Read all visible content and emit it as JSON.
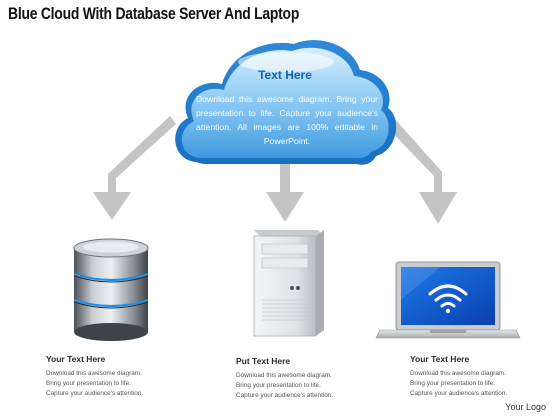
{
  "title": "Blue Cloud With Database Server And Laptop",
  "cloud": {
    "heading": "Text Here",
    "body": "Download this awesome diagram. Bring your presentation to life. Capture your audience's attention. All images are 100% editable in PowerPoint."
  },
  "captions": [
    {
      "heading": "Your Text Here",
      "body": "Download this awesome diagram.\nBring your presentation  to life.\nCapture your audience's  attention."
    },
    {
      "heading": "Put Text Here",
      "body": "Download this awesome diagram.\nBring your presentation  to life.\nCapture your audience's  attention."
    },
    {
      "heading": "Your Text Here",
      "body": "Download this awesome diagram.\nBring your presentation  to life.\nCapture your audience's  attention."
    }
  ],
  "logo": "Your Logo",
  "colors": {
    "cloud_light": "#bfe3fb",
    "cloud_dark": "#4ea6e6",
    "arrow": "#c4c4c4",
    "wifi": "#ffffff"
  }
}
